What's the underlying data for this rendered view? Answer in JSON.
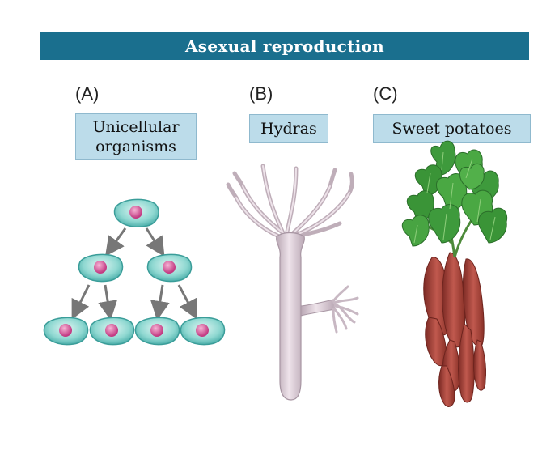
{
  "title": "Asexual reproduction",
  "panels": [
    {
      "letter": "(A)",
      "label_line1": "Unicellular",
      "label_line2": "organisms"
    },
    {
      "letter": "(B)",
      "label": "Hydras"
    },
    {
      "letter": "(C)",
      "label": "Sweet potatoes"
    }
  ],
  "colors": {
    "banner": "#1a6f8e",
    "label_box": "#bcdcea",
    "cell_body": "#7fcfc9",
    "cell_nucleus": "#d8579a",
    "arrow": "#777777",
    "hydra": "#d8c9d3",
    "leaf": "#3d9a3a",
    "tuber": "#a8423a"
  }
}
